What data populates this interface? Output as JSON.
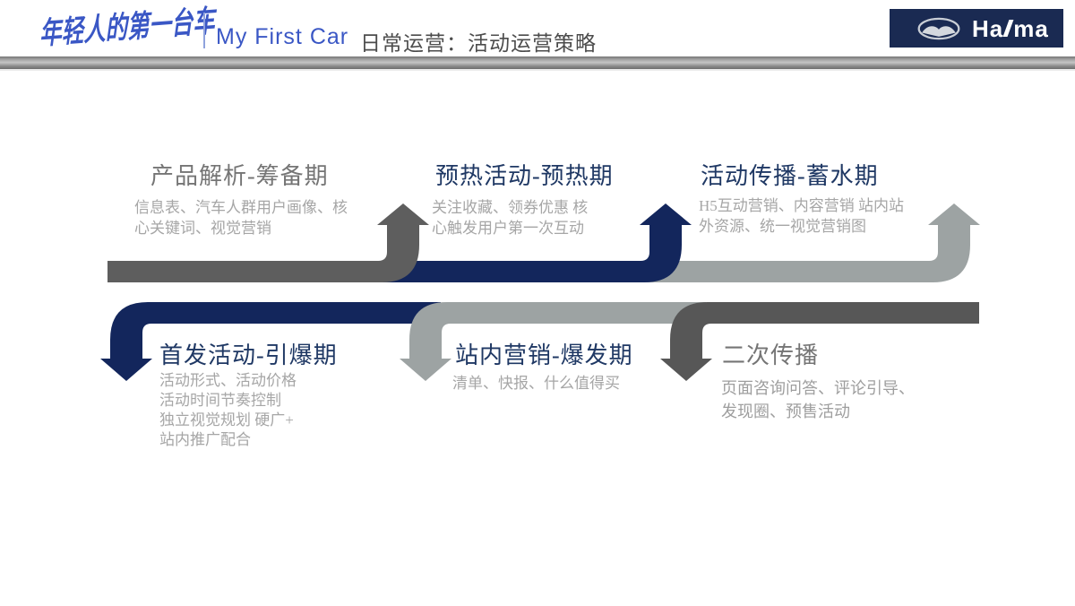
{
  "header": {
    "brand_script": "年轻人的第一台车",
    "brand_en": "My First Car",
    "slide_title": "日常运营：活动运营策略",
    "logo": {
      "name": "Haima",
      "text_left": "Ha",
      "text_right": "ma"
    }
  },
  "colors": {
    "brand_blue": "#3a57c5",
    "navy_bar": "#13265c",
    "dark_gray_bar": "#5e5e5e",
    "dark_gray_bar_2": "#575757",
    "silver_bar": "#9da3a3",
    "title_navy": "#1f3864",
    "title_gray": "#757575",
    "body_gray": "#a6a6a6",
    "logo_bg": "#1a2a52"
  },
  "stages": [
    {
      "title": "产品解析-筹备期",
      "body": "信息表、汽车人群用户画像、核\n心关键词、视觉营销",
      "arrow": "up",
      "bar_color": "#5e5e5e",
      "title_color": "#757575"
    },
    {
      "title": "预热活动-预热期",
      "body": "关注收藏、领券优惠 核\n心触发用户第一次互动",
      "arrow": "up",
      "bar_color": "#13265c",
      "title_color": "#1f3864"
    },
    {
      "title": "活动传播-蓄水期",
      "body": "H5互动营销、内容营销 站内站\n外资源、统一视觉营销图",
      "arrow": "up",
      "bar_color": "#9da3a3",
      "title_color": "#1f3864"
    },
    {
      "title": "首发活动-引爆期",
      "body": "活动形式、活动价格\n活动时间节奏控制\n独立视觉规划 硬广+\n站内推广配合",
      "arrow": "down",
      "bar_color": "#13265c",
      "title_color": "#1f3864"
    },
    {
      "title": "站内营销-爆发期",
      "body": "清单、快报、什么值得买",
      "arrow": "down",
      "bar_color": "#9da3a3",
      "title_color": "#1f3864"
    },
    {
      "title": "二次传播",
      "body": "页面咨询问答、评论引导、\n发现圈、预售活动",
      "arrow": "down",
      "bar_color": "#575757",
      "title_color": "#757575"
    }
  ]
}
